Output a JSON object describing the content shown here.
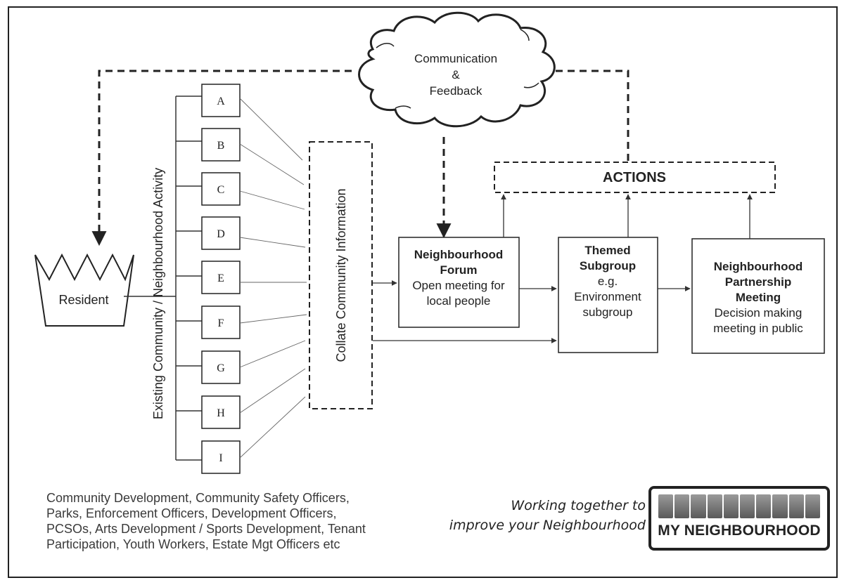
{
  "cloud": {
    "line1": "Communication",
    "line2": "&",
    "line3": "Feedback"
  },
  "resident": {
    "label": "Resident"
  },
  "activity_axis": {
    "label": "Existing Community / Neighbourhood Activity"
  },
  "activities": [
    "A",
    "B",
    "C",
    "D",
    "E",
    "F",
    "G",
    "H",
    "I"
  ],
  "collate": {
    "label": "Collate Community Information"
  },
  "actions": {
    "label": "ACTIONS"
  },
  "forum": {
    "title1": "Neighbourhood",
    "title2": "Forum",
    "desc1": "Open meeting for",
    "desc2": "local people"
  },
  "subgroup": {
    "title1": "Themed",
    "title2": "Subgroup",
    "desc1": "e.g.",
    "desc2": "Environment",
    "desc3": "subgroup"
  },
  "partnership": {
    "title1": "Neighbourhood",
    "title2": "Partnership",
    "title3": "Meeting",
    "desc1": "Decision making",
    "desc2": "meeting in public"
  },
  "footer_note": {
    "line1": "Community Development, Community Safety Officers,",
    "line2": "Parks, Enforcement Officers, Development Officers,",
    "line3": "PCSOs, Arts Development / Sports Development, Tenant",
    "line4": "Participation, Youth Workers, Estate Mgt Officers etc"
  },
  "tagline": {
    "line1": "Working together to",
    "line2": "improve your Neighbourhood"
  },
  "logo": {
    "text": "MY NEIGHBOURHOOD",
    "photo_count": 10
  },
  "colors": {
    "ink": "#222222",
    "text": "#3a3a3a",
    "background": "#ffffff"
  }
}
